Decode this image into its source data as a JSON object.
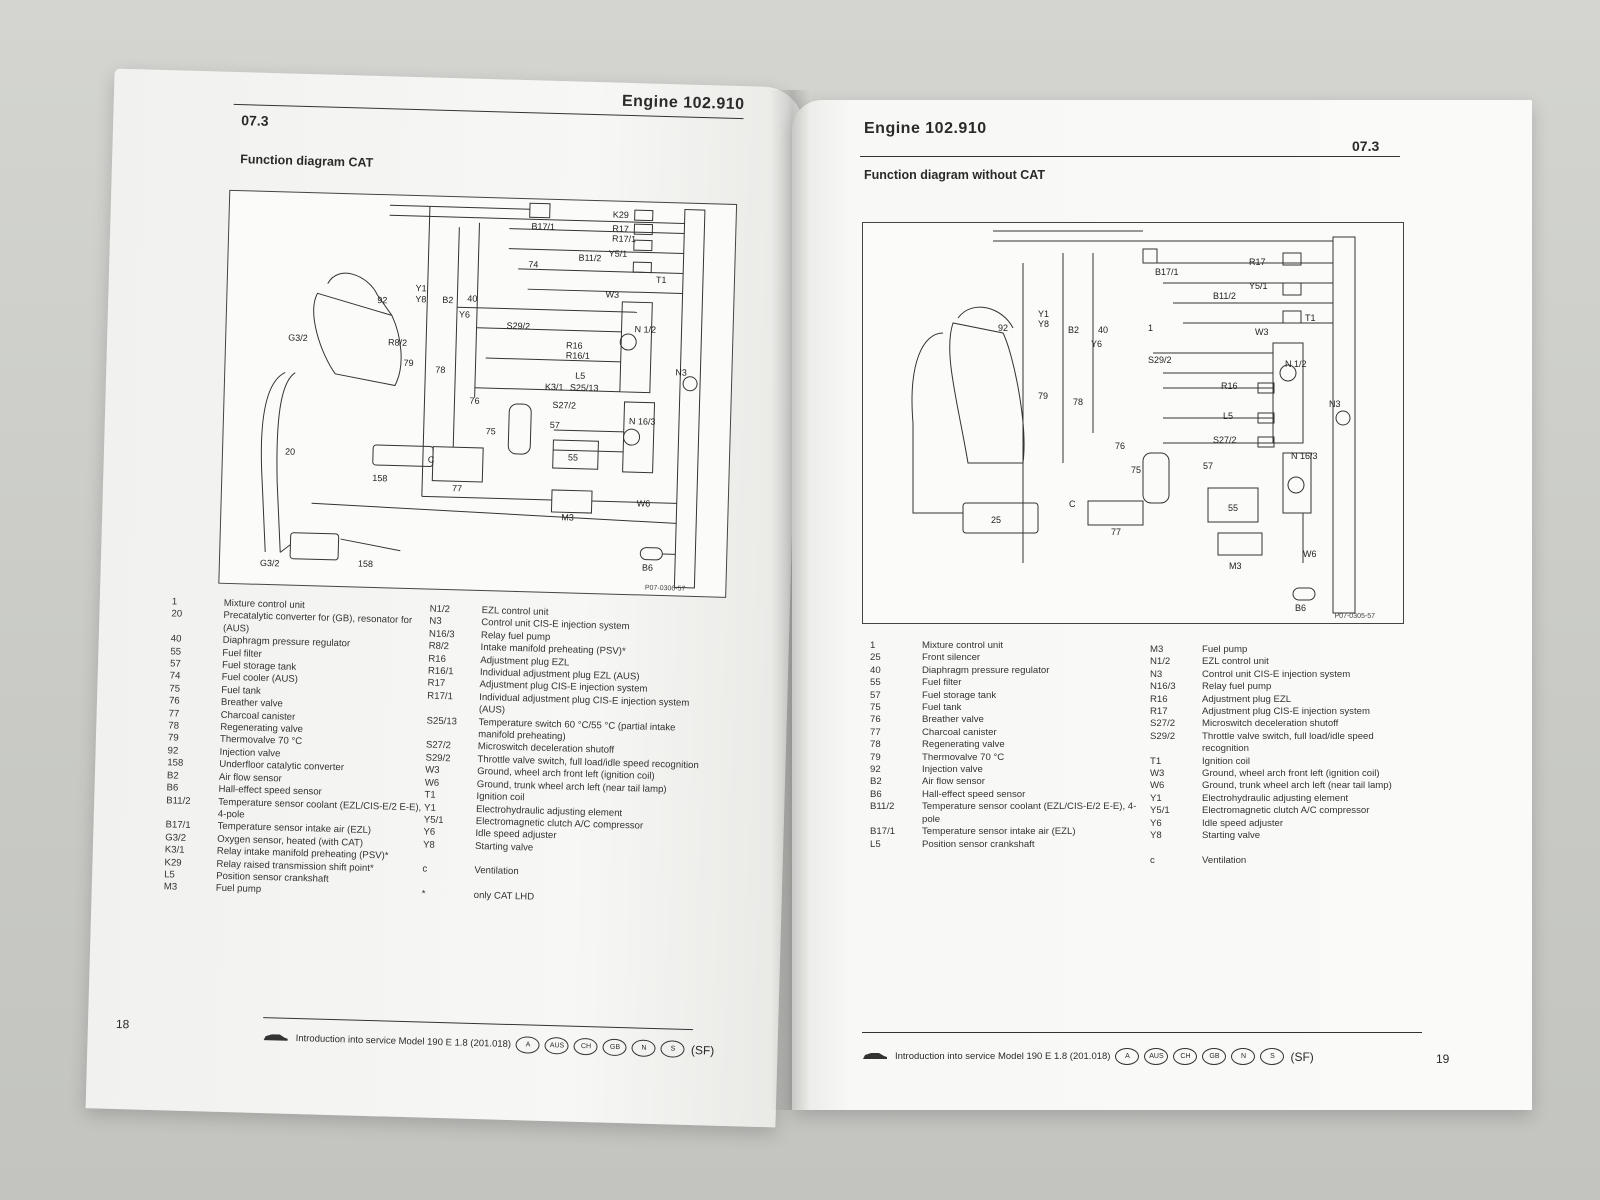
{
  "left": {
    "engine": "Engine 102.910",
    "section": "07.3",
    "title": "Function diagram CAT",
    "diagram_code": "P07-0306-57",
    "page_number": "18",
    "legend_col1": [
      [
        "1",
        "Mixture control unit"
      ],
      [
        "20",
        "Precatalytic converter for (GB), resonator for (AUS)"
      ],
      [
        "40",
        "Diaphragm pressure regulator"
      ],
      [
        "55",
        "Fuel filter"
      ],
      [
        "57",
        "Fuel storage tank"
      ],
      [
        "74",
        "Fuel cooler (AUS)"
      ],
      [
        "75",
        "Fuel tank"
      ],
      [
        "76",
        "Breather valve"
      ],
      [
        "77",
        "Charcoal canister"
      ],
      [
        "78",
        "Regenerating valve"
      ],
      [
        "79",
        "Thermovalve 70 °C"
      ],
      [
        "92",
        "Injection valve"
      ],
      [
        "158",
        "Underfloor catalytic converter"
      ],
      [
        "B2",
        "Air flow sensor"
      ],
      [
        "B6",
        "Hall-effect speed sensor"
      ],
      [
        "B11/2",
        "Temperature sensor coolant (EZL/CIS-E/2 E-E), 4-pole"
      ],
      [
        "B17/1",
        "Temperature sensor intake air (EZL)"
      ],
      [
        "G3/2",
        "Oxygen sensor, heated (with CAT)"
      ],
      [
        "K3/1",
        "Relay intake manifold preheating (PSV)*"
      ],
      [
        "K29",
        "Relay raised transmission shift point*"
      ],
      [
        "L5",
        "Position sensor crankshaft"
      ],
      [
        "M3",
        "Fuel pump"
      ]
    ],
    "legend_col2": [
      [
        "N1/2",
        "EZL control unit"
      ],
      [
        "N3",
        "Control unit CIS-E injection system"
      ],
      [
        "N16/3",
        "Relay fuel pump"
      ],
      [
        "R8/2",
        "Intake manifold preheating (PSV)*"
      ],
      [
        "R16",
        "Adjustment plug EZL"
      ],
      [
        "R16/1",
        "Individual adjustment plug EZL (AUS)"
      ],
      [
        "R17",
        "Adjustment plug CIS-E injection system"
      ],
      [
        "R17/1",
        "Individual adjustment plug CIS-E injection system (AUS)"
      ],
      [
        "S25/13",
        "Temperature switch 60 °C/55 °C (partial intake manifold preheating)"
      ],
      [
        "S27/2",
        "Microswitch deceleration shutoff"
      ],
      [
        "S29/2",
        "Throttle valve switch, full load/idle speed recognition"
      ],
      [
        "W3",
        "Ground, wheel arch front left (ignition coil)"
      ],
      [
        "W6",
        "Ground, trunk wheel arch left (near tail lamp)"
      ],
      [
        "T1",
        "Ignition coil"
      ],
      [
        "Y1",
        "Electrohydraulic adjusting element"
      ],
      [
        "Y5/1",
        "Electromagnetic clutch A/C compressor"
      ],
      [
        "Y6",
        "Idle speed adjuster"
      ],
      [
        "Y8",
        "Starting valve"
      ],
      [
        "",
        ""
      ],
      [
        "c",
        "Ventilation"
      ],
      [
        "",
        ""
      ],
      [
        "*",
        "only CAT LHD"
      ]
    ],
    "footer": "Introduction into service Model 190 E 1.8 (201.018)",
    "badges": [
      "A",
      "AUS",
      "CH",
      "GB",
      "N",
      "S"
    ],
    "badge_tail": "(SF)"
  },
  "right": {
    "engine": "Engine 102.910",
    "section": "07.3",
    "title": "Function diagram without CAT",
    "diagram_code": "P07-0305-57",
    "page_number": "19",
    "legend_col1": [
      [
        "1",
        "Mixture control unit"
      ],
      [
        "25",
        "Front silencer"
      ],
      [
        "40",
        "Diaphragm pressure regulator"
      ],
      [
        "55",
        "Fuel filter"
      ],
      [
        "57",
        "Fuel storage tank"
      ],
      [
        "75",
        "Fuel tank"
      ],
      [
        "76",
        "Breather valve"
      ],
      [
        "77",
        "Charcoal canister"
      ],
      [
        "78",
        "Regenerating valve"
      ],
      [
        "79",
        "Thermovalve 70 °C"
      ],
      [
        "92",
        "Injection valve"
      ],
      [
        "B2",
        "Air flow sensor"
      ],
      [
        "B6",
        "Hall-effect speed sensor"
      ],
      [
        "B11/2",
        "Temperature sensor coolant (EZL/CIS-E/2 E-E), 4-pole"
      ],
      [
        "B17/1",
        "Temperature sensor intake air (EZL)"
      ],
      [
        "L5",
        "Position sensor crankshaft"
      ]
    ],
    "legend_col2": [
      [
        "M3",
        "Fuel pump"
      ],
      [
        "N1/2",
        "EZL control unit"
      ],
      [
        "N3",
        "Control unit CIS-E injection system"
      ],
      [
        "N16/3",
        "Relay fuel pump"
      ],
      [
        "R16",
        "Adjustment plug EZL"
      ],
      [
        "R17",
        "Adjustment plug CIS-E injection system"
      ],
      [
        "S27/2",
        "Microswitch deceleration shutoff"
      ],
      [
        "S29/2",
        "Throttle valve switch, full load/idle speed recognition"
      ],
      [
        "T1",
        "Ignition coil"
      ],
      [
        "W3",
        "Ground, wheel arch front left (ignition coil)"
      ],
      [
        "W6",
        "Ground, trunk wheel arch left (near tail lamp)"
      ],
      [
        "Y1",
        "Electrohydraulic adjusting element"
      ],
      [
        "Y5/1",
        "Electromagnetic clutch A/C compressor"
      ],
      [
        "Y6",
        "Idle speed adjuster"
      ],
      [
        "Y8",
        "Starting valve"
      ],
      [
        "",
        ""
      ],
      [
        "c",
        "Ventilation"
      ]
    ],
    "footer": "Introduction into service Model 190 E 1.8 (201.018)",
    "badges": [
      "A",
      "AUS",
      "CH",
      "GB",
      "N",
      "S"
    ],
    "badge_tail": "(SF)"
  },
  "diagram_labels_left": [
    "K29",
    "R17",
    "R17/1",
    "Y5/1",
    "B11/2",
    "T1",
    "W3",
    "B17/1",
    "74",
    "Y1",
    "Y8",
    "B2",
    "40",
    "92",
    "Y6",
    "S29/2",
    "N 1/2",
    "R16",
    "R16/1",
    "G3/2",
    "R8/2",
    "79",
    "78",
    "L5",
    "K3/1",
    "S25/13",
    "N3",
    "76",
    "S27/2",
    "57",
    "75",
    "N 16/3",
    "C",
    "55",
    "77",
    "20",
    "158",
    "M3",
    "W6",
    "B6",
    "G3/2",
    "158"
  ],
  "diagram_labels_right": [
    "B17/1",
    "R17",
    "Y5/1",
    "B11/2",
    "T1",
    "92",
    "Y1",
    "Y8",
    "B2",
    "40",
    "1",
    "Y6",
    "S29/2",
    "W3",
    "N 1/2",
    "R16",
    "79",
    "78",
    "L5",
    "N3",
    "S27/2",
    "76",
    "75",
    "57",
    "N 16/3",
    "C",
    "77",
    "55",
    "25",
    "M3",
    "W6",
    "B6"
  ]
}
